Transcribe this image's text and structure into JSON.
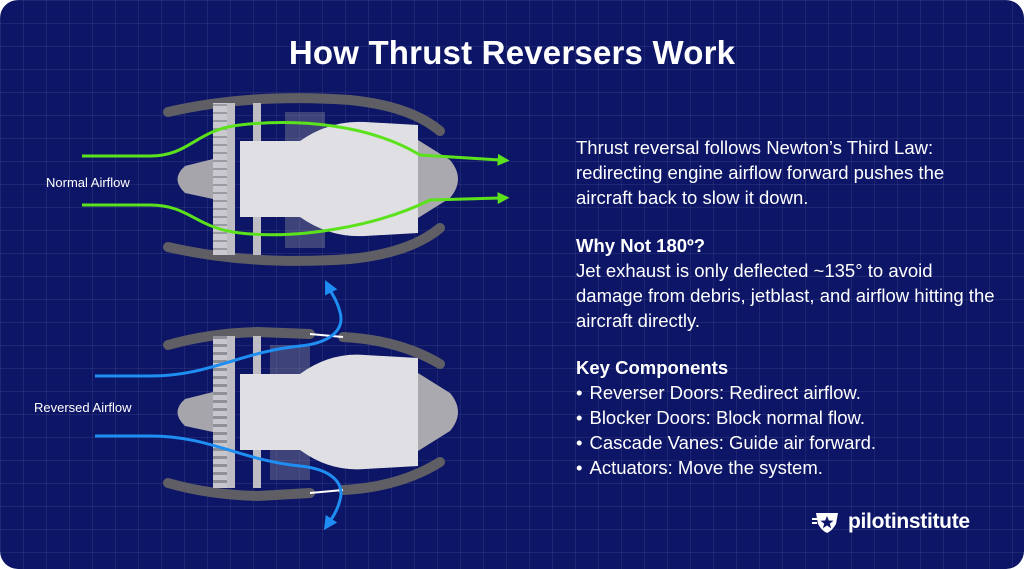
{
  "title": "How Thrust Reversers Work",
  "diagram": {
    "normal_label": "Normal Airflow",
    "reversed_label": "Reversed Airflow",
    "colors": {
      "normal_flow": "#5ce21c",
      "reversed_flow": "#1e8ef2",
      "engine_body": "#e0e0e4",
      "nacelle": "#5e5e64",
      "background": "#0d1566"
    }
  },
  "intro": "Thrust reversal follows Newton’s Third Law: redirecting engine airflow forward pushes the aircraft back to slow it down.",
  "why": {
    "heading": "Why Not 180º?",
    "body": "Jet exhaust is only deflected ~135° to avoid damage from debris, jetblast, and airflow hitting the aircraft directly."
  },
  "key_components": {
    "heading": "Key Components",
    "items": [
      "Reverser Doors: Redirect airflow.",
      "Blocker Doors: Block normal flow.",
      "Cascade Vanes: Guide air forward.",
      "Actuators: Move the system."
    ]
  },
  "logo": {
    "text": "pilotinstitute",
    "icon": "star-shield-icon"
  }
}
